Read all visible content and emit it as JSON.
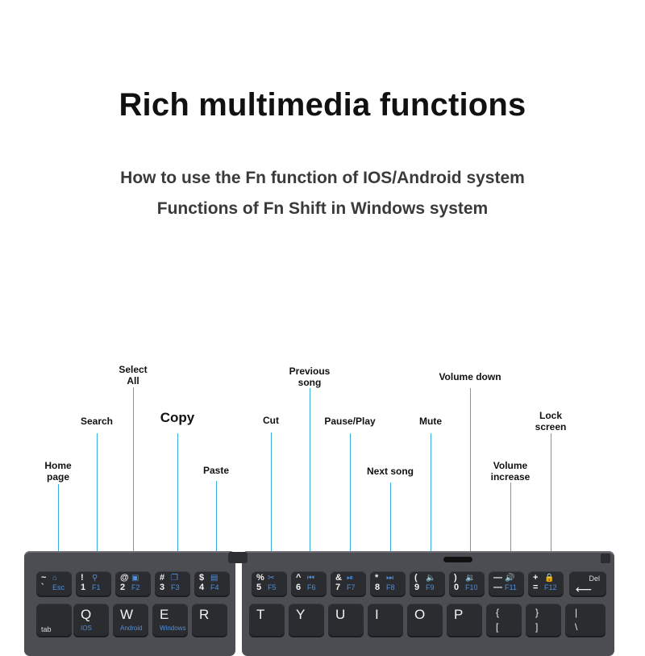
{
  "title": "Rich multimedia functions",
  "subtitle1": "How to use the Fn function of IOS/Android system",
  "subtitle2": "Functions of Fn Shift in Windows system",
  "callouts": [
    {
      "id": "home-page",
      "label": "Home\npage"
    },
    {
      "id": "search",
      "label": "Search"
    },
    {
      "id": "select-all",
      "label": "Select\nAll"
    },
    {
      "id": "copy",
      "label": "Copy"
    },
    {
      "id": "paste",
      "label": "Paste"
    },
    {
      "id": "cut",
      "label": "Cut"
    },
    {
      "id": "previous-song",
      "label": "Previous\nsong"
    },
    {
      "id": "pause-play",
      "label": "Pause/Play"
    },
    {
      "id": "next-song",
      "label": "Next song"
    },
    {
      "id": "mute",
      "label": "Mute"
    },
    {
      "id": "volume-down",
      "label": "Volume down"
    },
    {
      "id": "volume-increase",
      "label": "Volume\nincrease"
    },
    {
      "id": "lock-screen",
      "label": "Lock\nscreen"
    }
  ],
  "fn_row": [
    {
      "top": "~",
      "bottom": "`",
      "icon": "home-icon",
      "glyph": "⌂",
      "fn": "Esc"
    },
    {
      "top": "!",
      "bottom": "1",
      "icon": "search-icon",
      "glyph": "⚲",
      "fn": "F1"
    },
    {
      "top": "@",
      "bottom": "2",
      "icon": "select-all-icon",
      "glyph": "▣",
      "fn": "F2"
    },
    {
      "top": "#",
      "bottom": "3",
      "icon": "copy-icon",
      "glyph": "❐",
      "fn": "F3"
    },
    {
      "top": "$",
      "bottom": "4",
      "icon": "paste-icon",
      "glyph": "▤",
      "fn": "F4"
    },
    {
      "top": "%",
      "bottom": "5",
      "icon": "cut-icon",
      "glyph": "✂",
      "fn": "F5"
    },
    {
      "top": "^",
      "bottom": "6",
      "icon": "previous-track-icon",
      "glyph": "⏮",
      "fn": "F6"
    },
    {
      "top": "&",
      "bottom": "7",
      "icon": "play-pause-icon",
      "glyph": "⏯",
      "fn": "F7"
    },
    {
      "top": "*",
      "bottom": "8",
      "icon": "next-track-icon",
      "glyph": "⏭",
      "fn": "F8"
    },
    {
      "top": "(",
      "bottom": "9",
      "icon": "mute-icon",
      "glyph": "🔈",
      "fn": "F9"
    },
    {
      "top": ")",
      "bottom": "0",
      "icon": "volume-down-icon",
      "glyph": "🔉",
      "fn": "F10"
    },
    {
      "top": "—",
      "bottom": "—",
      "icon": "volume-up-icon",
      "glyph": "🔊",
      "fn": "F11"
    },
    {
      "top": "+",
      "bottom": "=",
      "icon": "lock-icon",
      "glyph": "🔒",
      "fn": "F12"
    }
  ],
  "del_key": {
    "label": "Del",
    "arrow": "⟵"
  },
  "letter_row": [
    {
      "letter": "",
      "sub": "tab"
    },
    {
      "letter": "Q",
      "sub": "IOS"
    },
    {
      "letter": "W",
      "sub": "Android"
    },
    {
      "letter": "E",
      "sub": "Windows"
    },
    {
      "letter": "R",
      "sub": ""
    },
    {
      "letter": "T",
      "sub": ""
    },
    {
      "letter": "Y",
      "sub": ""
    },
    {
      "letter": "U",
      "sub": ""
    },
    {
      "letter": "I",
      "sub": ""
    },
    {
      "letter": "O",
      "sub": ""
    },
    {
      "letter": "P",
      "sub": ""
    },
    {
      "letter": "{",
      "sub": "["
    },
    {
      "letter": "}",
      "sub": "]"
    },
    {
      "letter": "|",
      "sub": "\\"
    }
  ],
  "colors": {
    "callout_line": "#3ab0de",
    "fn_label": "#4f8fdc",
    "key": "#2b2c30",
    "keyboard": "#4b4d52"
  }
}
